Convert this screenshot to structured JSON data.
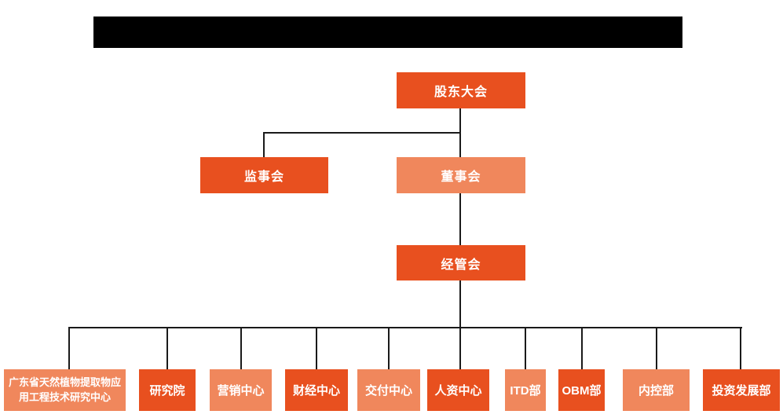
{
  "title_bar": {
    "redacted": true
  },
  "colors": {
    "node_dark_orange": "#E8501F",
    "node_light_orange": "#F0875C",
    "connector_line": "#1A1A1A",
    "redaction_bar": "#000000",
    "node_text": "#FFFFFF",
    "background": "#FFFFFF"
  },
  "org": {
    "level1": {
      "label": "股东大会"
    },
    "level2": [
      {
        "label": "监事会",
        "variant": "dark"
      },
      {
        "label": "董事会",
        "variant": "light"
      }
    ],
    "level3": {
      "label": "经管会"
    },
    "departments": [
      {
        "label": "广东省天然植物提取物应用工程技术研究中心",
        "variant": "light"
      },
      {
        "label": "研究院",
        "variant": "dark"
      },
      {
        "label": "营销中心",
        "variant": "light"
      },
      {
        "label": "财经中心",
        "variant": "dark"
      },
      {
        "label": "交付中心",
        "variant": "light"
      },
      {
        "label": "人资中心",
        "variant": "dark"
      },
      {
        "label": "ITD部",
        "variant": "light"
      },
      {
        "label": "OBM部",
        "variant": "dark"
      },
      {
        "label": "内控部",
        "variant": "light"
      },
      {
        "label": "投资发展部",
        "variant": "dark"
      }
    ]
  }
}
